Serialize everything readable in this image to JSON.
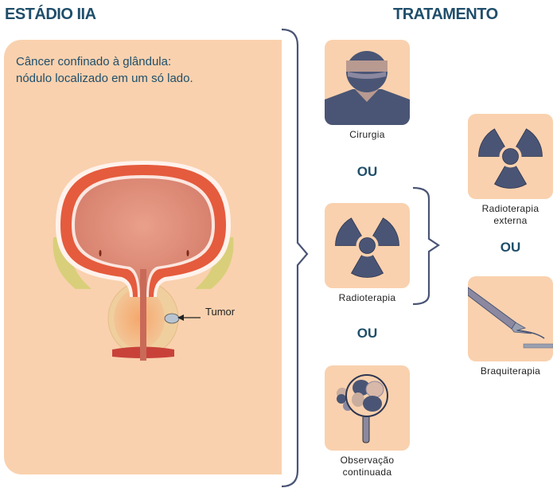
{
  "stage": {
    "title": "ESTÁDIO IIA",
    "description_line1": "Câncer confinado à glândula:",
    "description_line2": "nódulo localizado em um só lado.",
    "tumor_label": "Tumor"
  },
  "treatment": {
    "title": "TRATAMENTO",
    "options": [
      {
        "icon": "surgeon-icon",
        "label": "Cirurgia"
      },
      {
        "icon": "radiation-icon",
        "label": "Radioterapia"
      },
      {
        "icon": "magnifier-icon",
        "label_line1": "Observação",
        "label_line2": "continuada"
      }
    ],
    "radiotherapy_subtypes": [
      {
        "icon": "radiation-icon",
        "label_line1": "Radioterapia",
        "label_line2": "externa"
      },
      {
        "icon": "brachytherapy-needle-icon",
        "label": "Braquiterapia"
      }
    ],
    "separator": "OU"
  },
  "colors": {
    "panel": "#f9d1ae",
    "heading": "#1f4e6b",
    "icon": "#4a5575",
    "brace": "#4a5575"
  }
}
